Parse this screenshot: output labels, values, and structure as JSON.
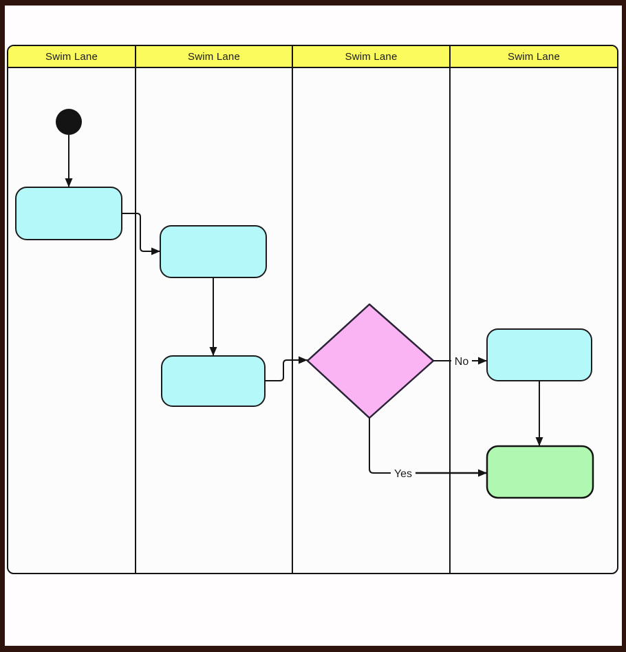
{
  "lanes": [
    {
      "label": "Swim Lane"
    },
    {
      "label": "Swim Lane"
    },
    {
      "label": "Swim Lane"
    },
    {
      "label": "Swim Lane"
    }
  ],
  "edge_labels": {
    "no": "No",
    "yes": "Yes"
  },
  "colors": {
    "frame": "#2e140c",
    "header_bg": "#fbfb5e",
    "background": "#fdfcfc",
    "task_fill": "#b5f8fa",
    "decision_fill": "#fab4f4",
    "final_fill": "#b0f8b2",
    "start_fill": "#141414",
    "stroke": "#1c1c1c",
    "decision_stroke": "#2a2236"
  },
  "diagram": {
    "type": "swimlane-flowchart",
    "nodes": [
      {
        "id": "start",
        "type": "initial-node",
        "lane": 1,
        "label": ""
      },
      {
        "id": "task1",
        "type": "activity",
        "lane": 1,
        "label": ""
      },
      {
        "id": "task2",
        "type": "activity",
        "lane": 2,
        "label": ""
      },
      {
        "id": "task3",
        "type": "activity",
        "lane": 2,
        "label": ""
      },
      {
        "id": "decision1",
        "type": "decision",
        "lane": 3,
        "label": ""
      },
      {
        "id": "task4",
        "type": "activity",
        "lane": 4,
        "label": ""
      },
      {
        "id": "final1",
        "type": "final-activity",
        "lane": 4,
        "label": ""
      }
    ],
    "edges": [
      {
        "from": "start",
        "to": "task1",
        "label": ""
      },
      {
        "from": "task1",
        "to": "task2",
        "label": ""
      },
      {
        "from": "task2",
        "to": "task3",
        "label": ""
      },
      {
        "from": "task3",
        "to": "decision1",
        "label": ""
      },
      {
        "from": "decision1",
        "to": "task4",
        "label": "No"
      },
      {
        "from": "decision1",
        "to": "final1",
        "label": "Yes"
      },
      {
        "from": "task4",
        "to": "final1",
        "label": ""
      }
    ]
  }
}
